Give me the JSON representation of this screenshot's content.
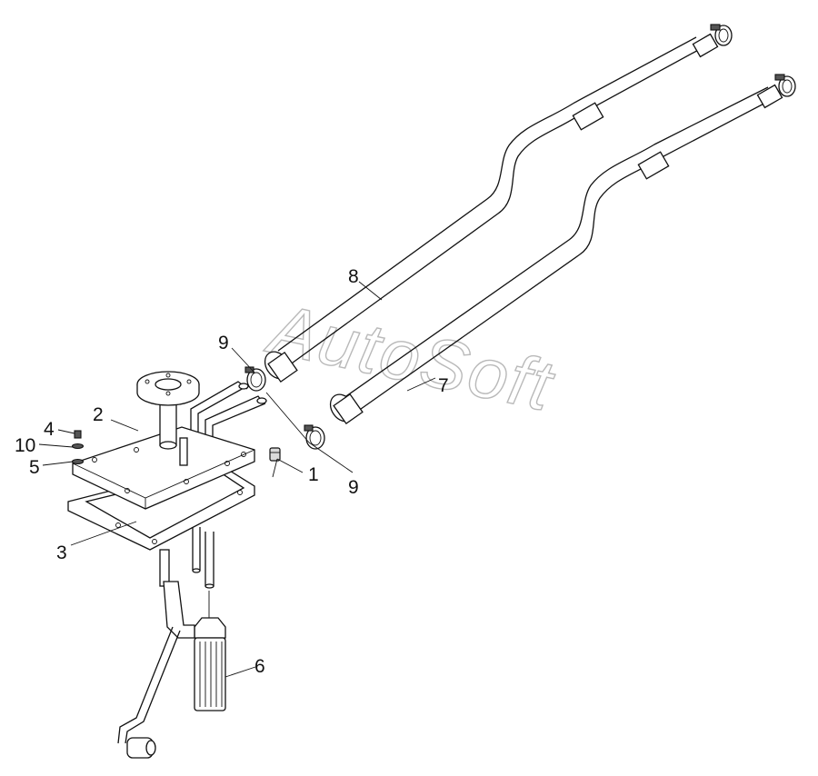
{
  "watermark": "AutoSoft",
  "callouts": [
    "1",
    "2",
    "3",
    "4",
    "5",
    "6",
    "7",
    "8",
    "9",
    "9",
    "10"
  ],
  "colors": {
    "line": "#111111",
    "watermark": "#b9b9b9",
    "background": "#ffffff"
  }
}
